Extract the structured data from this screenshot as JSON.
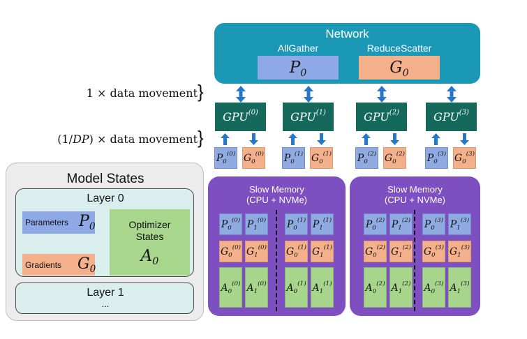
{
  "network": {
    "title": "Network",
    "allgather": "AllGather",
    "reducescatter": "ReduceScatter",
    "p_sym": "P",
    "g_sym": "G",
    "sub": "0"
  },
  "movement": {
    "one_prefix": "1 × data movement",
    "dp_prefix": "(1/",
    "dp_var": "DP",
    "dp_suffix": ") × data movement"
  },
  "gpus": [
    {
      "label": "GPU",
      "index": "(0)"
    },
    {
      "label": "GPU",
      "index": "(1)"
    },
    {
      "label": "GPU",
      "index": "(2)"
    },
    {
      "label": "GPU",
      "index": "(3)"
    }
  ],
  "model_states": {
    "title": "Model States",
    "layer0": "Layer 0",
    "parameters": "Parameters",
    "gradients": "Gradients",
    "optimizer_l1": "Optimizer",
    "optimizer_l2": "States",
    "p_sym": "P",
    "g_sym": "G",
    "a_sym": "A",
    "sub": "0",
    "layer1": "Layer 1",
    "ellipsis": "..."
  },
  "slow_memory": {
    "title_l1": "Slow Memory",
    "title_l2": "(CPU + NVMe)"
  },
  "symbols": {
    "p": "P",
    "g": "G",
    "a": "A",
    "s0": "0",
    "s1": "1"
  },
  "colors": {
    "network": "#1a98b6",
    "gpu": "#15695c",
    "parameters": "#7f9fdc",
    "gradients": "#f4b08a",
    "optimizer": "#a8d58c",
    "slow_memory": "#7e4fc0",
    "arrow": "#2677c9"
  }
}
